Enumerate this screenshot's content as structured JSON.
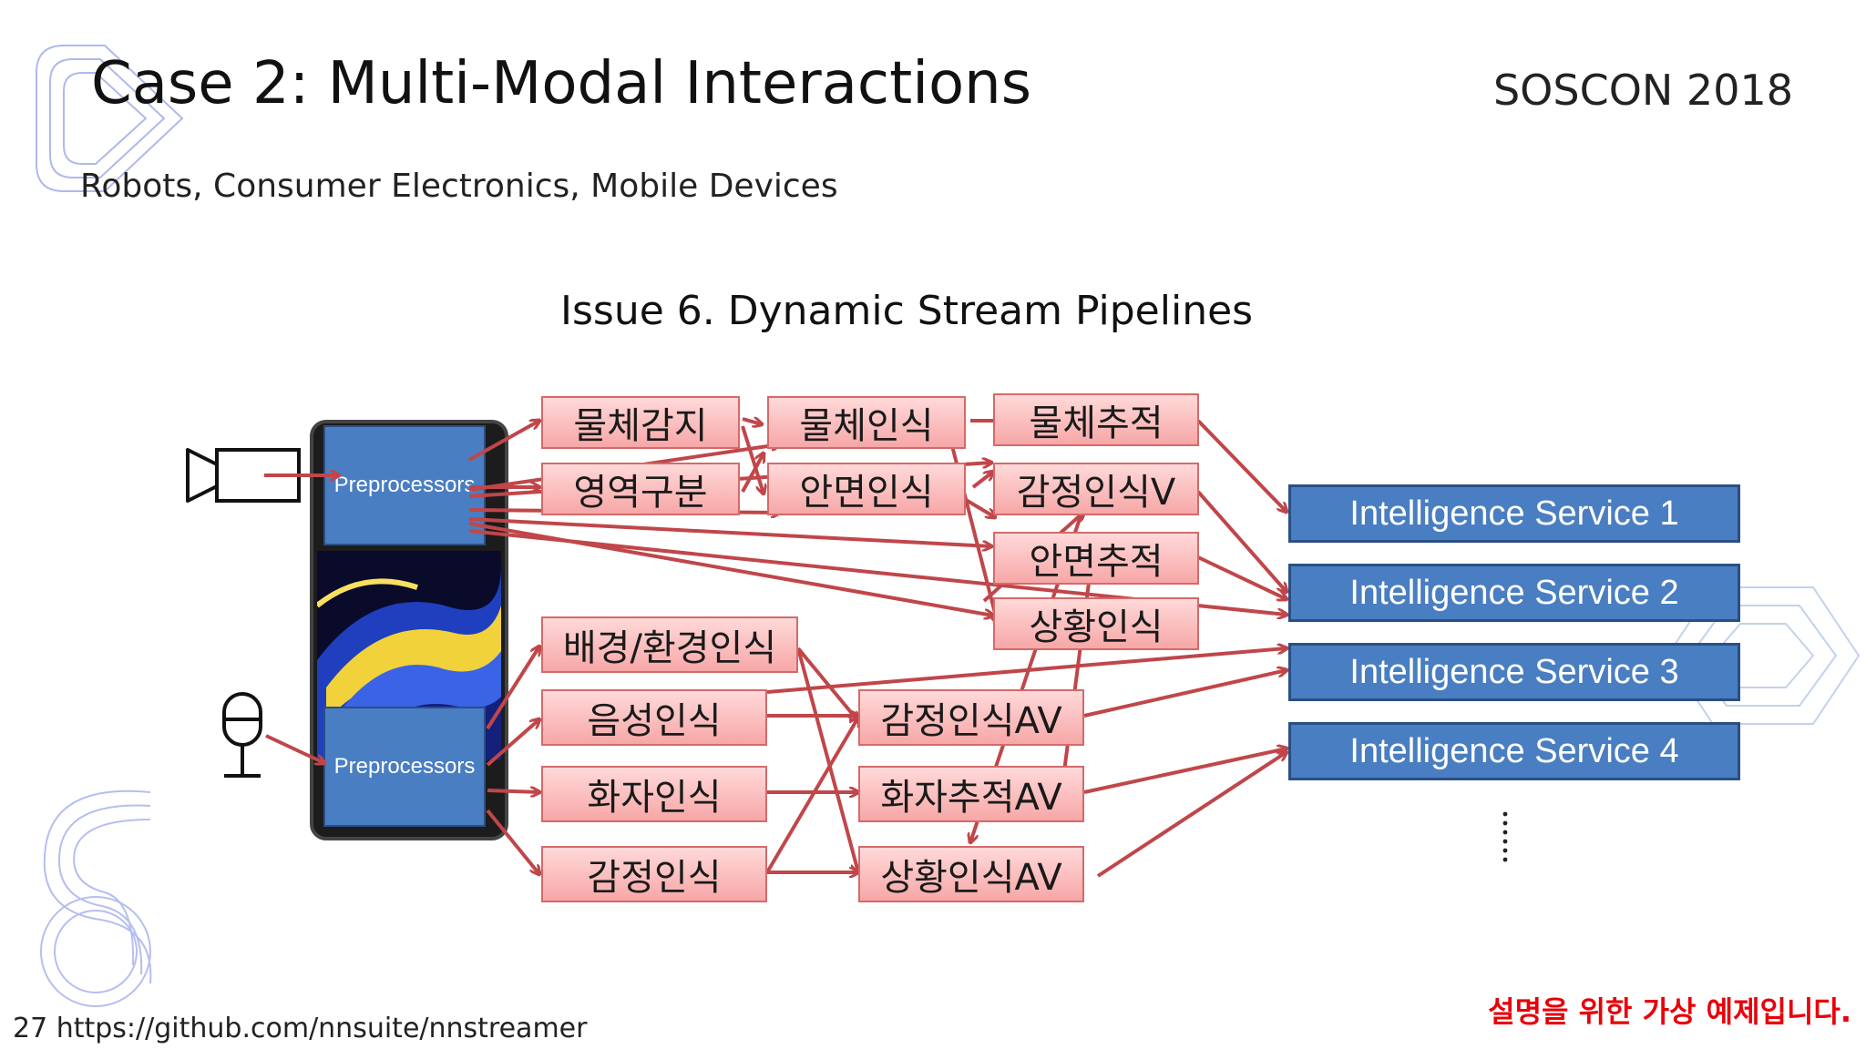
{
  "slide": {
    "title": "Case 2: Multi-Modal Interactions",
    "event": "SOSCON 2018",
    "subtitle": "Robots, Consumer Electronics, Mobile Devices",
    "issue_title": "Issue 6. Dynamic Stream Pipelines",
    "footer": "27 https://github.com/nnsuite/nnstreamer",
    "notice": "설명을 위한 가상 예제입니다."
  },
  "preprocessors": [
    {
      "label": "Preprocessors"
    },
    {
      "label": "Preprocessors"
    }
  ],
  "video_stages": {
    "col1": [
      "물체감지",
      "영역구분"
    ],
    "col2": [
      "물체인식",
      "안면인식"
    ],
    "col3": [
      "물체추적",
      "감정인식V",
      "안면추적",
      "상황인식"
    ]
  },
  "audio_stages": {
    "col1": [
      "배경/환경인식",
      "음성인식",
      "화자인식",
      "감정인식"
    ],
    "col2": [
      "감정인식AV",
      "화자추적AV",
      "상황인식AV"
    ]
  },
  "services": [
    "Intelligence Service 1",
    "Intelligence Service 2",
    "Intelligence Service 3",
    "Intelligence Service 4"
  ],
  "icons": {
    "camera": "video-camera-icon",
    "microphone": "microphone-icon"
  },
  "colors": {
    "arrow": "#c0464a",
    "stage_fill": "#f7a7a7",
    "service_fill": "#4a7ec2",
    "notice": "#e8000a"
  }
}
